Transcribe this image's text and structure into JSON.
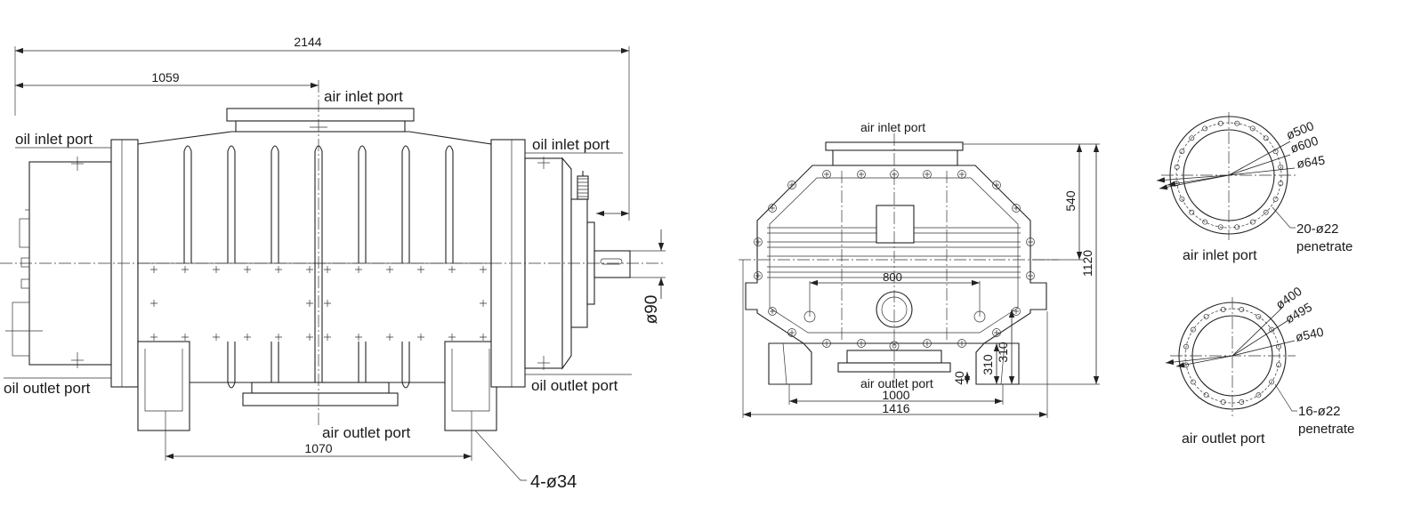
{
  "side_view": {
    "dim_total": "2144",
    "dim_half": "1059",
    "dim_feet": "1070",
    "shaft_dia": "ø90",
    "holes": "4-ø34",
    "air_inlet": "air inlet port",
    "air_outlet": "air outlet port",
    "oil_inlet_left": "oil inlet port",
    "oil_inlet_right": "oil inlet port",
    "oil_outlet_left": "oil outlet port",
    "oil_outlet_right": "oil outlet port"
  },
  "front_view": {
    "air_inlet": "air inlet port",
    "air_outlet": "air outlet port",
    "dim_800": "800",
    "dim_1000": "1000",
    "dim_1416": "1416",
    "dim_540": "540",
    "dim_1120": "1120",
    "dim_310a": "310",
    "dim_310b": "310",
    "dim_40": "40"
  },
  "inlet_flange": {
    "d1": "ø500",
    "d2": "ø600",
    "d3": "ø645",
    "holes": "20-ø22",
    "note": "penetrate",
    "caption": "air inlet port"
  },
  "outlet_flange": {
    "d1": "ø400",
    "d2": "ø495",
    "d3": "ø540",
    "holes": "16-ø22",
    "note": "penetrate",
    "caption": "air outlet port"
  }
}
